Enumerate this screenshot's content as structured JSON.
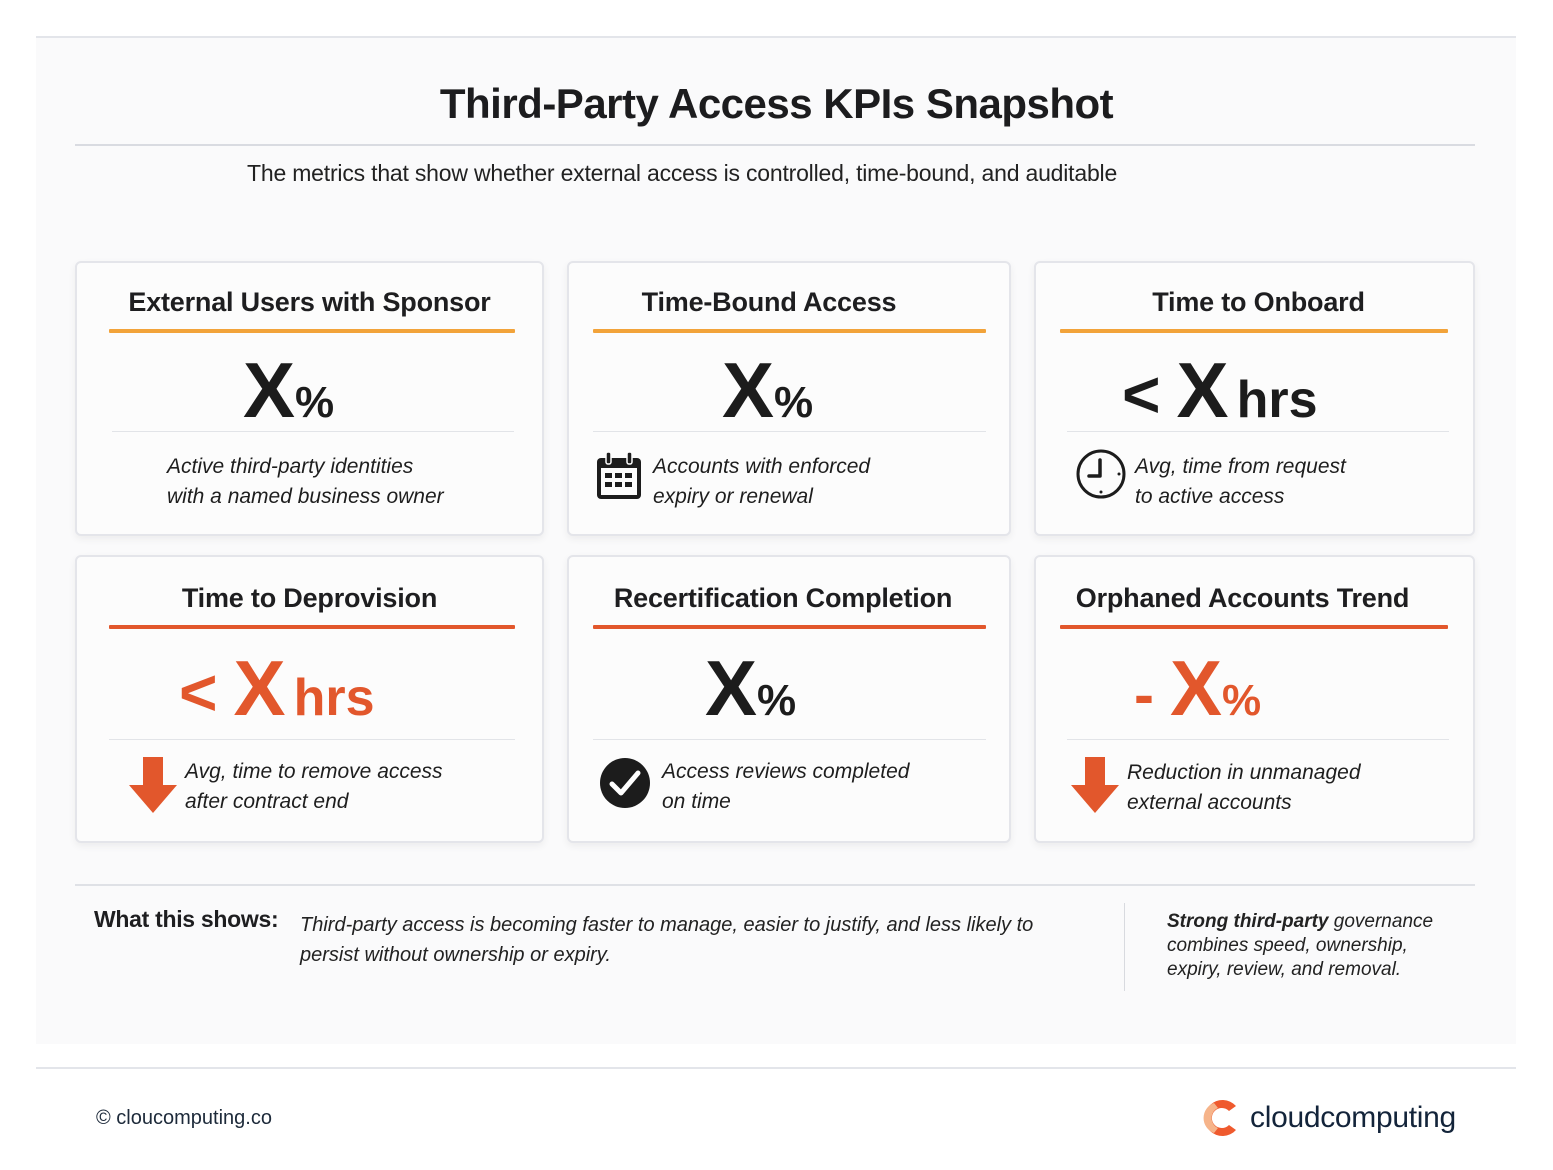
{
  "header": {
    "title": "Third-Party Access KPIs Snapshot",
    "subtitle": "The metrics that show whether external access is controlled, time-bound, and auditable"
  },
  "colors": {
    "accent_amber": "#f2a33a",
    "accent_orange": "#e2572c",
    "text_dark": "#1c1c1e",
    "brand_navy": "#13243a"
  },
  "cards": [
    {
      "title": "External Users with Sponsor",
      "value_prefix": "",
      "value_main": "X",
      "value_unit": "%",
      "value_color": "dark",
      "accent": "amber",
      "icon": "none",
      "desc_line1": "Active third-party identities",
      "desc_line2": "with a named business owner"
    },
    {
      "title": "Time-Bound Access",
      "value_prefix": "",
      "value_main": "X",
      "value_unit": "%",
      "value_color": "dark",
      "accent": "amber",
      "icon": "calendar-icon",
      "desc_line1": "Accounts with enforced",
      "desc_line2": "expiry or renewal"
    },
    {
      "title": "Time to Onboard",
      "value_prefix": "<",
      "value_main": "X",
      "value_unit": "hrs",
      "value_color": "dark",
      "accent": "amber",
      "icon": "clock-icon",
      "desc_line1": "Avg, time from request",
      "desc_line2": "to active access"
    },
    {
      "title": "Time to Deprovision",
      "value_prefix": "<",
      "value_main": "X",
      "value_unit": "hrs",
      "value_color": "orange",
      "accent": "orange",
      "icon": "arrow-down-icon",
      "desc_line1": "Avg, time to remove access",
      "desc_line2": "after contract end"
    },
    {
      "title": "Recertification Completion",
      "value_prefix": "",
      "value_main": "X",
      "value_unit": "%",
      "value_color": "dark",
      "accent": "orange",
      "icon": "check-circle-icon",
      "desc_line1": "Access reviews completed",
      "desc_line2": "on time"
    },
    {
      "title": "Orphaned Accounts Trend",
      "value_prefix": "-",
      "value_main": "X",
      "value_unit": "%",
      "value_color": "orange",
      "accent": "orange",
      "icon": "arrow-down-icon",
      "desc_line1": "Reduction in unmanaged",
      "desc_line2": "external accounts"
    }
  ],
  "summary": {
    "label": "What this shows:",
    "text": "Third-party access is becoming faster to manage, easier to justify, and less likely to persist without ownership or expiry.",
    "callout_bold": "Strong third-party",
    "callout_rest": " governance combines speed, ownership, expiry, review, and removal."
  },
  "footer": {
    "copyright": "© cloucomputing.co",
    "brand_name": "cloudcomputing"
  }
}
